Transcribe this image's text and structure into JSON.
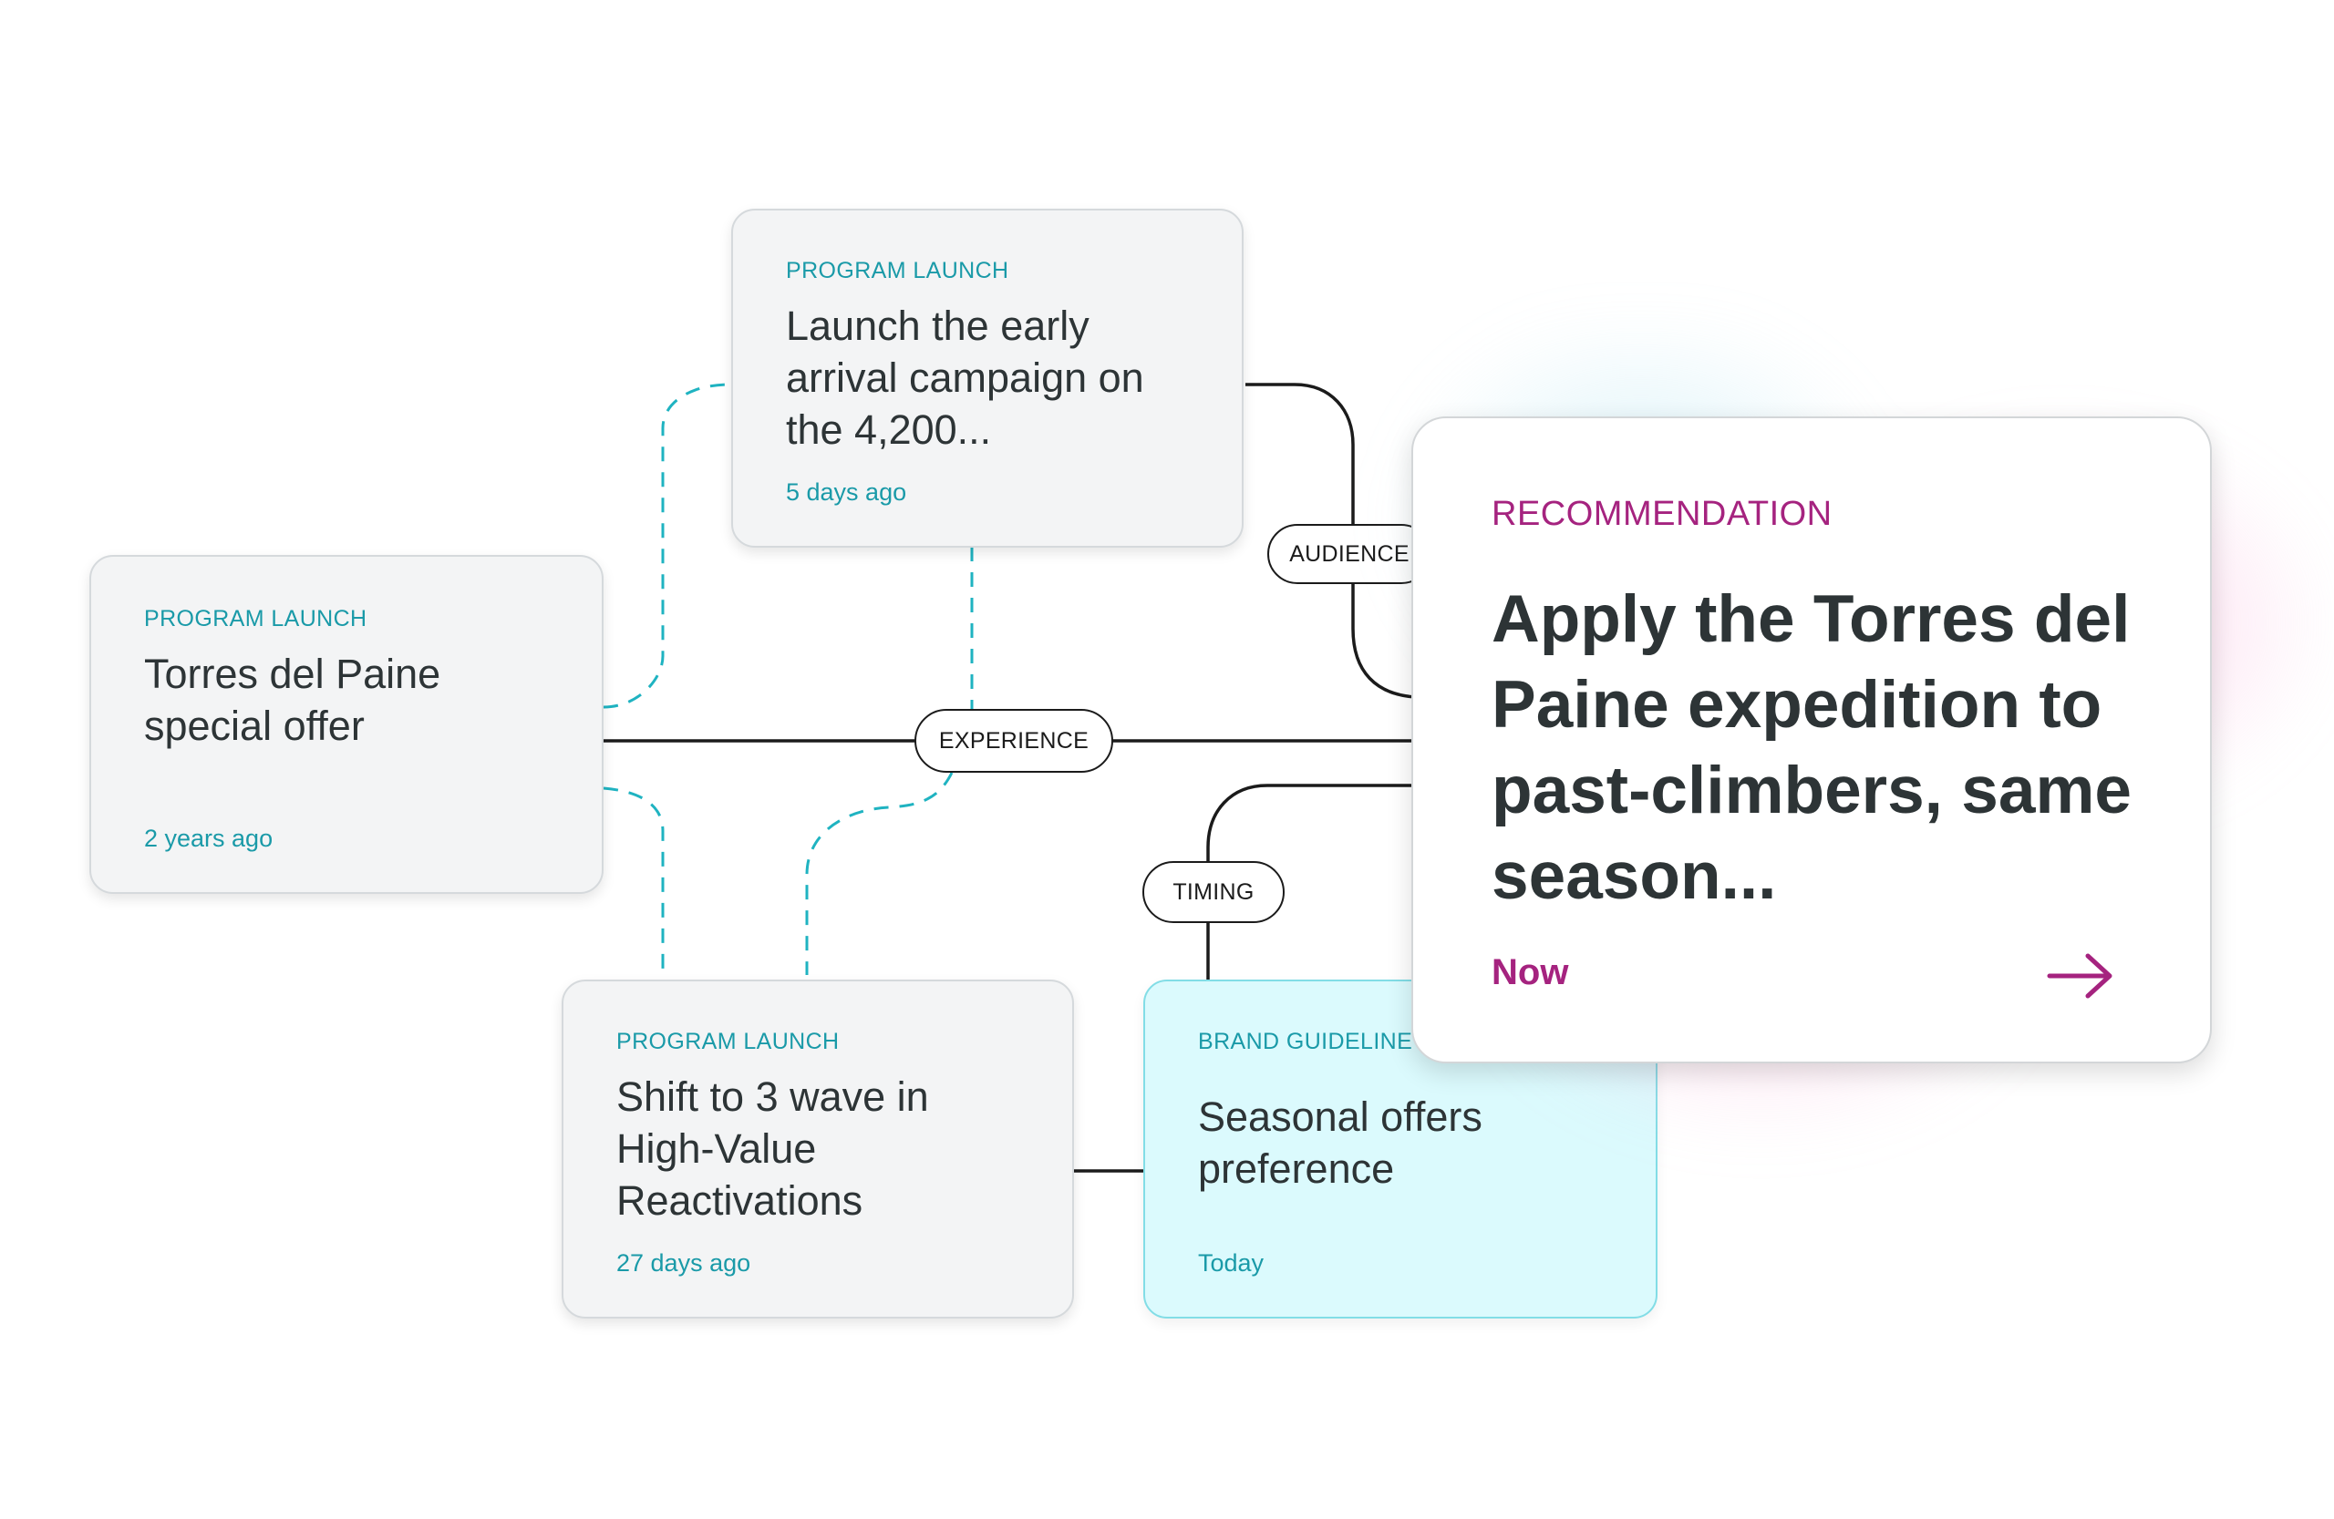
{
  "colors": {
    "teal": "#1a9aa8",
    "magenta": "#a5237f",
    "card_bg": "#f3f4f5",
    "cyan_card_bg": "#dbfafd",
    "text_dark": "#2d3436",
    "connector": "#1b1b1b"
  },
  "cards": {
    "offer": {
      "category": "PROGRAM LAUNCH",
      "title": "Torres del Paine special offer",
      "time": "2 years ago"
    },
    "early": {
      "category": "PROGRAM LAUNCH",
      "title": "Launch the early arrival campaign on the 4,200...",
      "time": "5 days ago"
    },
    "shift": {
      "category": "PROGRAM LAUNCH",
      "title": "Shift to 3 wave in High-Value Reactivations",
      "time": "27 days ago"
    },
    "brand": {
      "category": "BRAND GUIDELINE",
      "title": "Seasonal offers preference",
      "time": "Today"
    }
  },
  "recommendation": {
    "category": "RECOMMENDATION",
    "title": "Apply the Torres del Paine expedition to past-climbers, same season...",
    "time": "Now",
    "arrow_icon": "arrow-right-icon"
  },
  "edges": {
    "experience": "EXPERIENCE",
    "audience": "AUDIENCE",
    "timing": "TIMING"
  }
}
